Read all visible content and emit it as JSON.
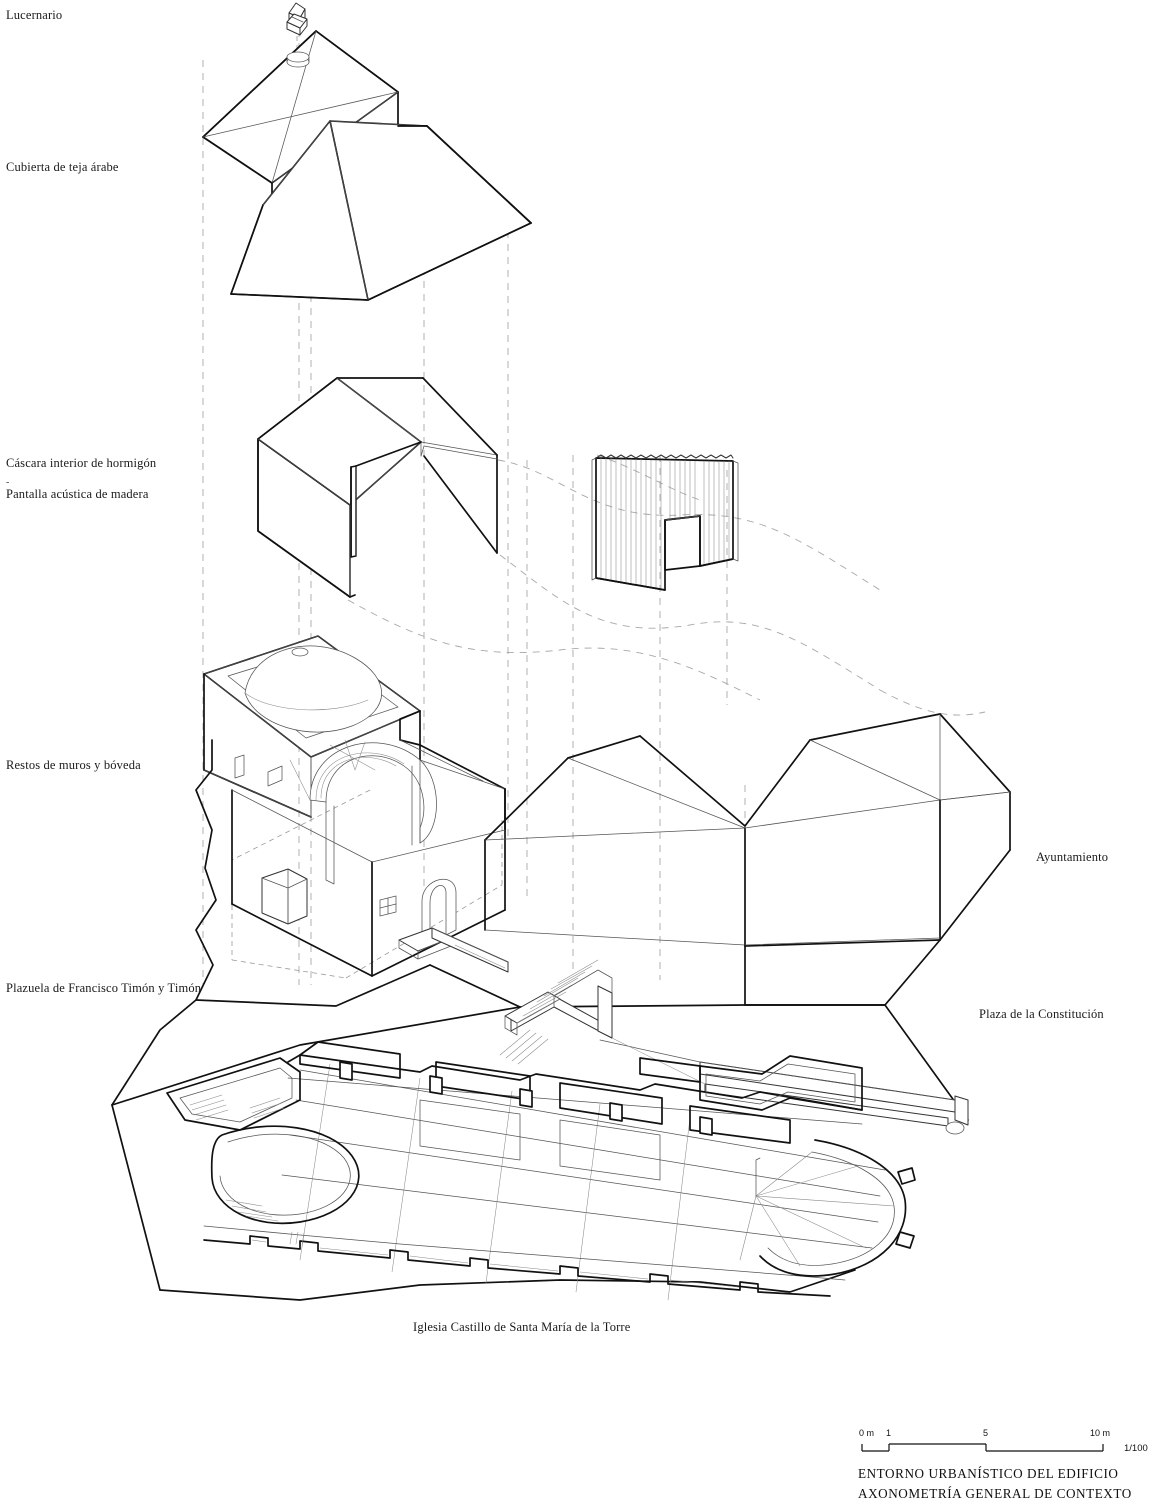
{
  "drawing": {
    "type": "exploded-axonometric",
    "title_lines": [
      "ENTORNO URBANÍSTICO DEL EDIFICIO",
      "AXONOMETRÍA GENERAL DE CONTEXTO"
    ],
    "scale_ratio": "1/100",
    "scale_bar": {
      "ticks": [
        "0 m",
        "1",
        "5",
        "10 m"
      ],
      "values": [
        0,
        1,
        5,
        10
      ]
    }
  },
  "labels": {
    "lucernario": "Lucernario",
    "cubierta": "Cubierta de teja árabe",
    "cascara": "Cáscara interior de hormigón",
    "separator": "-",
    "pantalla": "Pantalla acústica de madera",
    "restos": "Restos de muros y bóveda",
    "plazuela": "Plazuela de Francisco Timón y Timón",
    "ayuntamiento": "Ayuntamiento",
    "plaza": "Plaza de la Constitución",
    "iglesia": "Iglesia Castillo de Santa María de la Torre"
  },
  "colors": {
    "ink": "#111111",
    "thin": "#555555",
    "hair": "#888888",
    "dashed": "#a8a8a8",
    "paper": "#ffffff"
  },
  "layers": [
    {
      "name": "lucernario",
      "order": 1
    },
    {
      "name": "cubierta-de-teja-arabe",
      "order": 2
    },
    {
      "name": "cascara-interior-de-hormigon",
      "order": 3
    },
    {
      "name": "pantalla-acustica-de-madera",
      "order": 4
    },
    {
      "name": "restos-de-muros-y-boveda",
      "order": 5
    },
    {
      "name": "ayuntamiento",
      "order": 6
    },
    {
      "name": "planta-iglesia-castillo",
      "order": 7
    }
  ]
}
